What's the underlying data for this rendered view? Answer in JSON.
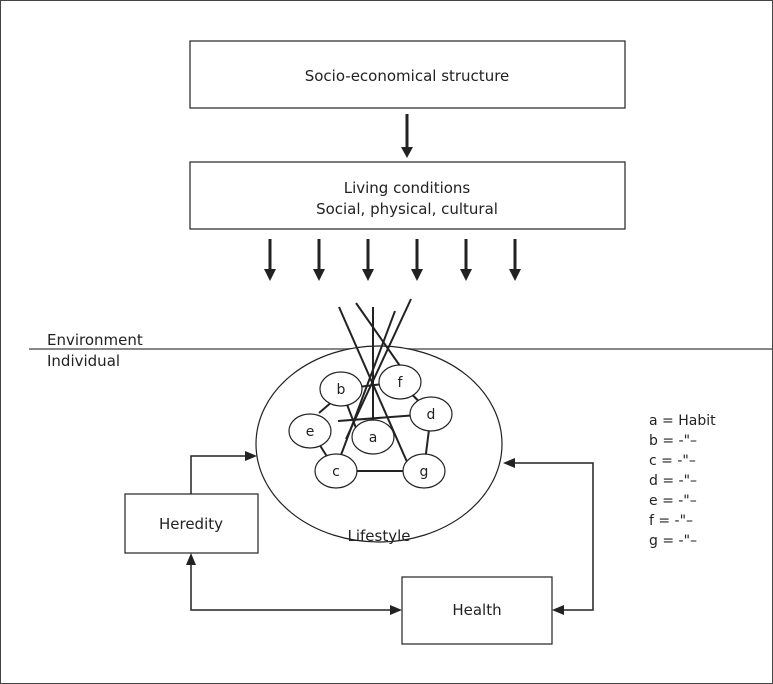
{
  "boxes": {
    "structure": "Socio-economical structure",
    "living_line1": "Living conditions",
    "living_line2": "Social, physical, cultural",
    "heredity": "Heredity",
    "health": "Health"
  },
  "divider": {
    "above": "Environment",
    "below": "Individual"
  },
  "lifestyle": {
    "label": "Lifestyle",
    "nodes": [
      "a",
      "b",
      "c",
      "d",
      "e",
      "f",
      "g"
    ]
  },
  "legend": [
    "a = Habit",
    "b = -\"–",
    "c = -\"–",
    "d = -\"–",
    "e = -\"–",
    "f  = -\"–",
    "g = -\"–"
  ],
  "colors": {
    "stroke": "#222222",
    "divider": "#888888",
    "background": "#ffffff"
  }
}
